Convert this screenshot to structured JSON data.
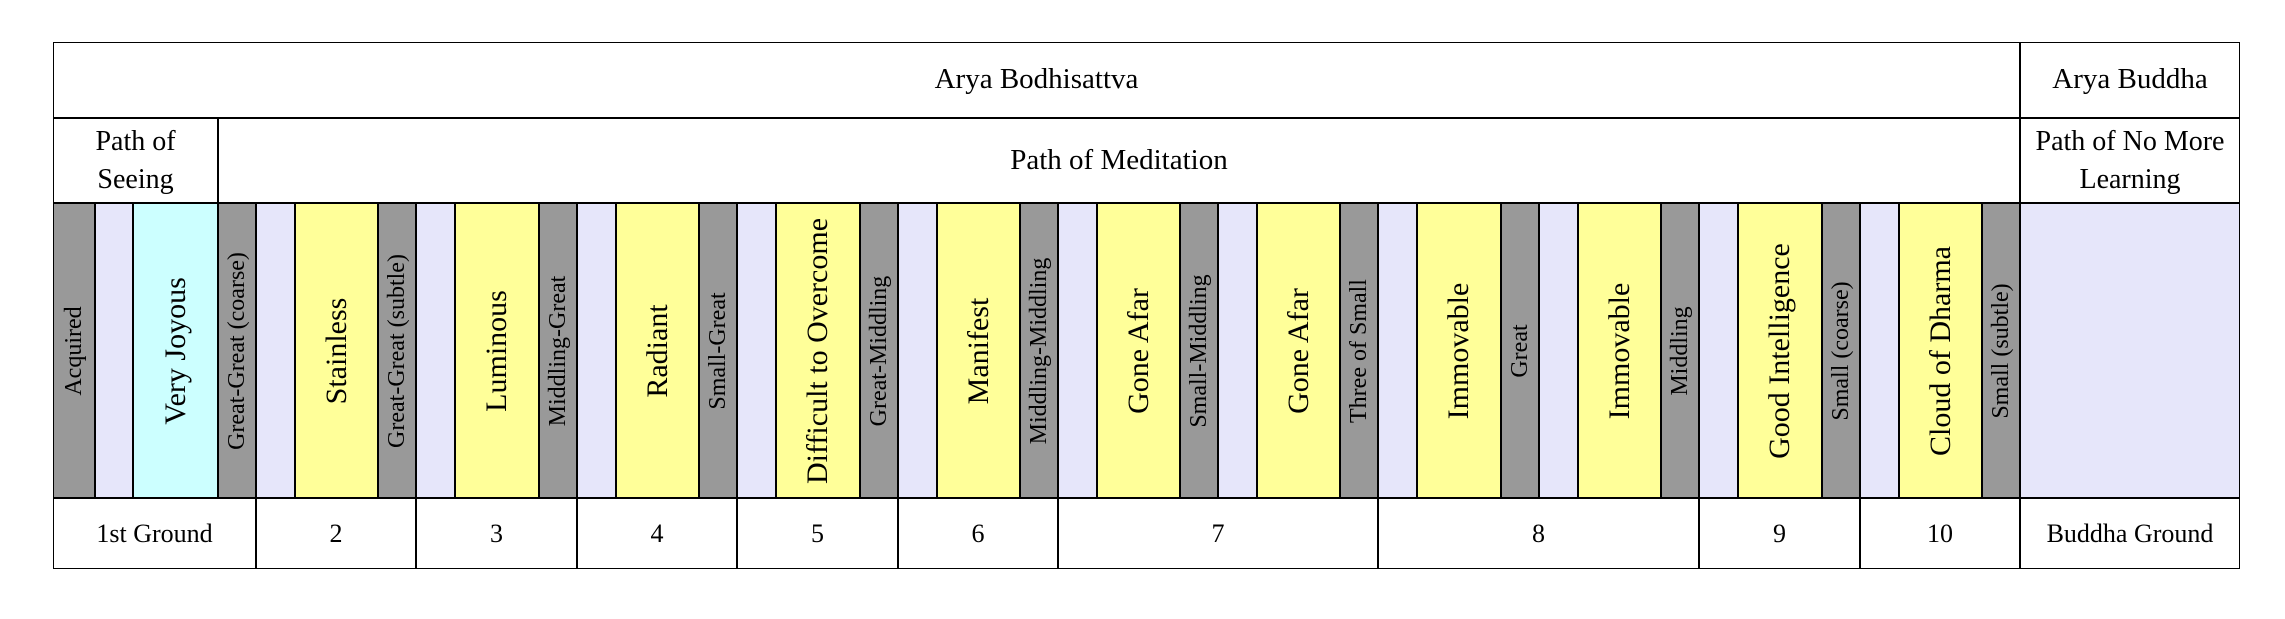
{
  "header": {
    "arya_bodhisattva": "Arya Bodhisattva",
    "arya_buddha": "Arya Buddha"
  },
  "paths": {
    "seeing": "Path of Seeing",
    "meditation": "Path of Meditation",
    "no_more_learning": "Path of No More Learning"
  },
  "colors": {
    "gray": "#999999",
    "lavender": "#e6e6fa",
    "yellow": "#ffff99",
    "cyan": "#ccffff",
    "border": "#000000"
  },
  "columns": [
    {
      "label": "Acquired",
      "color": "gray",
      "kind": "obstruction"
    },
    {
      "label": "",
      "color": "lavender",
      "kind": "spacer"
    },
    {
      "label": "Very Joyous",
      "color": "cyan",
      "kind": "ground"
    },
    {
      "label": "Great-Great (coarse)",
      "color": "gray",
      "kind": "obstruction"
    },
    {
      "label": "",
      "color": "lavender",
      "kind": "spacer"
    },
    {
      "label": "Stainless",
      "color": "yellow",
      "kind": "ground"
    },
    {
      "label": "Great-Great (subtle)",
      "color": "gray",
      "kind": "obstruction"
    },
    {
      "label": "",
      "color": "lavender",
      "kind": "spacer"
    },
    {
      "label": "Luminous",
      "color": "yellow",
      "kind": "ground"
    },
    {
      "label": "Middling-Great",
      "color": "gray",
      "kind": "obstruction"
    },
    {
      "label": "",
      "color": "lavender",
      "kind": "spacer"
    },
    {
      "label": "Radiant",
      "color": "yellow",
      "kind": "ground"
    },
    {
      "label": "Small-Great",
      "color": "gray",
      "kind": "obstruction"
    },
    {
      "label": "",
      "color": "lavender",
      "kind": "spacer"
    },
    {
      "label": "Difficult to Overcome",
      "color": "yellow",
      "kind": "ground"
    },
    {
      "label": "Great-Middling",
      "color": "gray",
      "kind": "obstruction"
    },
    {
      "label": "",
      "color": "lavender",
      "kind": "spacer"
    },
    {
      "label": "Manifest",
      "color": "yellow",
      "kind": "ground"
    },
    {
      "label": "Middling-Middling",
      "color": "gray",
      "kind": "obstruction"
    },
    {
      "label": "",
      "color": "lavender",
      "kind": "spacer"
    },
    {
      "label": "Gone Afar",
      "color": "yellow",
      "kind": "ground"
    },
    {
      "label": "Small-Middling",
      "color": "gray",
      "kind": "obstruction"
    },
    {
      "label": "",
      "color": "lavender",
      "kind": "spacer"
    },
    {
      "label": "Gone Afar",
      "color": "yellow",
      "kind": "ground"
    },
    {
      "label": "Three of Small",
      "color": "gray",
      "kind": "obstruction"
    },
    {
      "label": "",
      "color": "lavender",
      "kind": "spacer"
    },
    {
      "label": "Immovable",
      "color": "yellow",
      "kind": "ground"
    },
    {
      "label": "Great",
      "color": "gray",
      "kind": "obstruction"
    },
    {
      "label": "",
      "color": "lavender",
      "kind": "spacer"
    },
    {
      "label": "Immovable",
      "color": "yellow",
      "kind": "ground"
    },
    {
      "label": "Middling",
      "color": "gray",
      "kind": "obstruction"
    },
    {
      "label": "",
      "color": "lavender",
      "kind": "spacer"
    },
    {
      "label": "Good Intelligence",
      "color": "yellow",
      "kind": "ground"
    },
    {
      "label": "Small (coarse)",
      "color": "gray",
      "kind": "obstruction"
    },
    {
      "label": "",
      "color": "lavender",
      "kind": "spacer"
    },
    {
      "label": "Cloud of Dharma",
      "color": "yellow",
      "kind": "ground"
    },
    {
      "label": "Small (subtle)",
      "color": "gray",
      "kind": "obstruction"
    },
    {
      "label": "",
      "color": "lavender",
      "kind": "spacer"
    }
  ],
  "grounds": [
    "1st Ground",
    "2",
    "3",
    "4",
    "5",
    "6",
    "7",
    "8",
    "9",
    "10",
    "Buddha Ground"
  ]
}
